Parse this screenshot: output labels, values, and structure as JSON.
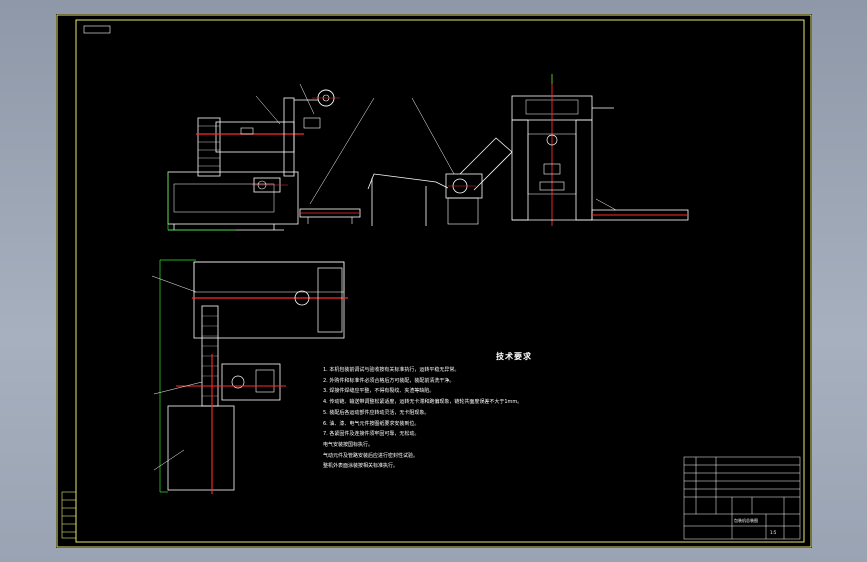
{
  "drawing": {
    "corner_tag": "",
    "notes_title": "技术要求",
    "notes": [
      "1. 本机包装前调试与验收按有关标准执行，运转平稳无异常。",
      "2. 外购件和标准件必须合格后方可装配，装配前清洗干净。",
      "3. 焊接件焊缝应平整，不得有裂纹、夹渣等缺陷。",
      "4. 传动链、输送带调整松紧适度，运转无卡滞和跑偏现象，链轮共面度误差不大于1mm。",
      "5. 装配后各运动部件应转动灵活，无卡阻现象。",
      "6. 油、漆、电气元件按图纸要求安装到位。",
      "7. 各紧固件及连接件须牢固可靠，无松动。",
      "电气安装按国标执行。",
      "气动元件及管路安装后应进行密封性试验。",
      "整机外表面涂装按相关标准执行。"
    ],
    "title_block": {
      "drawing_name": "包装机总装图",
      "scale": "1:5"
    }
  },
  "colors": {
    "frame": "#e8e870",
    "part": "#ffffff",
    "centerline": "#ff2a2a",
    "dimension": "#2ee82e",
    "leader": "#38e0e0"
  }
}
